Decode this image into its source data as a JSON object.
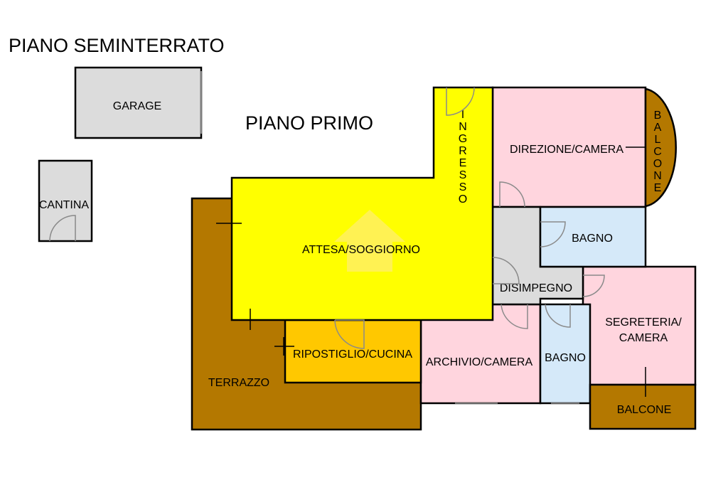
{
  "titles": {
    "basement": "PIANO SEMINTERRATO",
    "first_floor": "PIANO PRIMO"
  },
  "rooms": {
    "garage": "GARAGE",
    "cantina": "CANTINA",
    "ingresso": [
      "I",
      "N",
      "G",
      "R",
      "E",
      "S",
      "S",
      "O"
    ],
    "direzione": "DIREZIONE/CAMERA",
    "balcone_right": [
      "B",
      "A",
      "L",
      "C",
      "O",
      "N",
      "E"
    ],
    "attesa": "ATTESA/SOGGIORNO",
    "bagno_1": "BAGNO",
    "disimpegno": "DISIMPEGNO",
    "segreteria_line1": "SEGRETERIA/",
    "segreteria_line2": "CAMERA",
    "ripostiglio": "RIPOSTIGLIO/CUCINA",
    "archivio": "ARCHIVIO/CAMERA",
    "bagno_2": "BAGNO",
    "terrazzo": "TERRAZZO",
    "balcone_bottom": "BALCONE"
  },
  "colors": {
    "yellow": "#ffff00",
    "orange": "#ffc800",
    "pink": "#ffd5de",
    "blue": "#d5e9f9",
    "brown": "#b47800",
    "gray": "#dcdcdc"
  }
}
